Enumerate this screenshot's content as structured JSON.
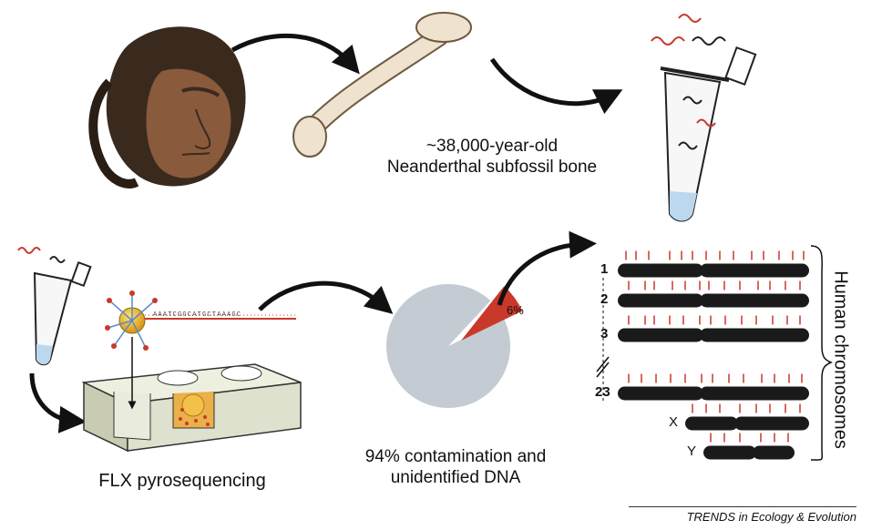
{
  "bone_caption": [
    "~38,000-year-old",
    "Neanderthal subfossil bone"
  ],
  "flx_caption": "FLX pyrosequencing",
  "contamination_caption": [
    "94% contamination and",
    "unidentified DNA"
  ],
  "pie": {
    "neanderthal_percent": 6,
    "contamination_percent": 94,
    "label": "6%",
    "colors": {
      "neanderthal": "#c8392b",
      "contamination": "#c4cbd2"
    }
  },
  "sequence_text": "AAATCGGCATGCTAAAGC",
  "chromosome_axis_label": "Human chromosomes",
  "chromosomes": [
    {
      "label": "1",
      "name": "chromosome-1"
    },
    {
      "label": "2",
      "name": "chromosome-2"
    },
    {
      "label": "3",
      "name": "chromosome-3"
    },
    {
      "label": "23",
      "name": "chromosome-23"
    },
    {
      "label": "X",
      "name": "chromosome-x"
    },
    {
      "label": "Y",
      "name": "chromosome-y"
    }
  ],
  "credit": "TRENDS in Ecology & Evolution",
  "colors": {
    "dna_red": "#c8392b",
    "chromosome": "#1a1a1a",
    "arrow": "#111111",
    "bone": "#efe3cf",
    "skin": "#8a5a3c",
    "block": "#dfe1cf"
  }
}
